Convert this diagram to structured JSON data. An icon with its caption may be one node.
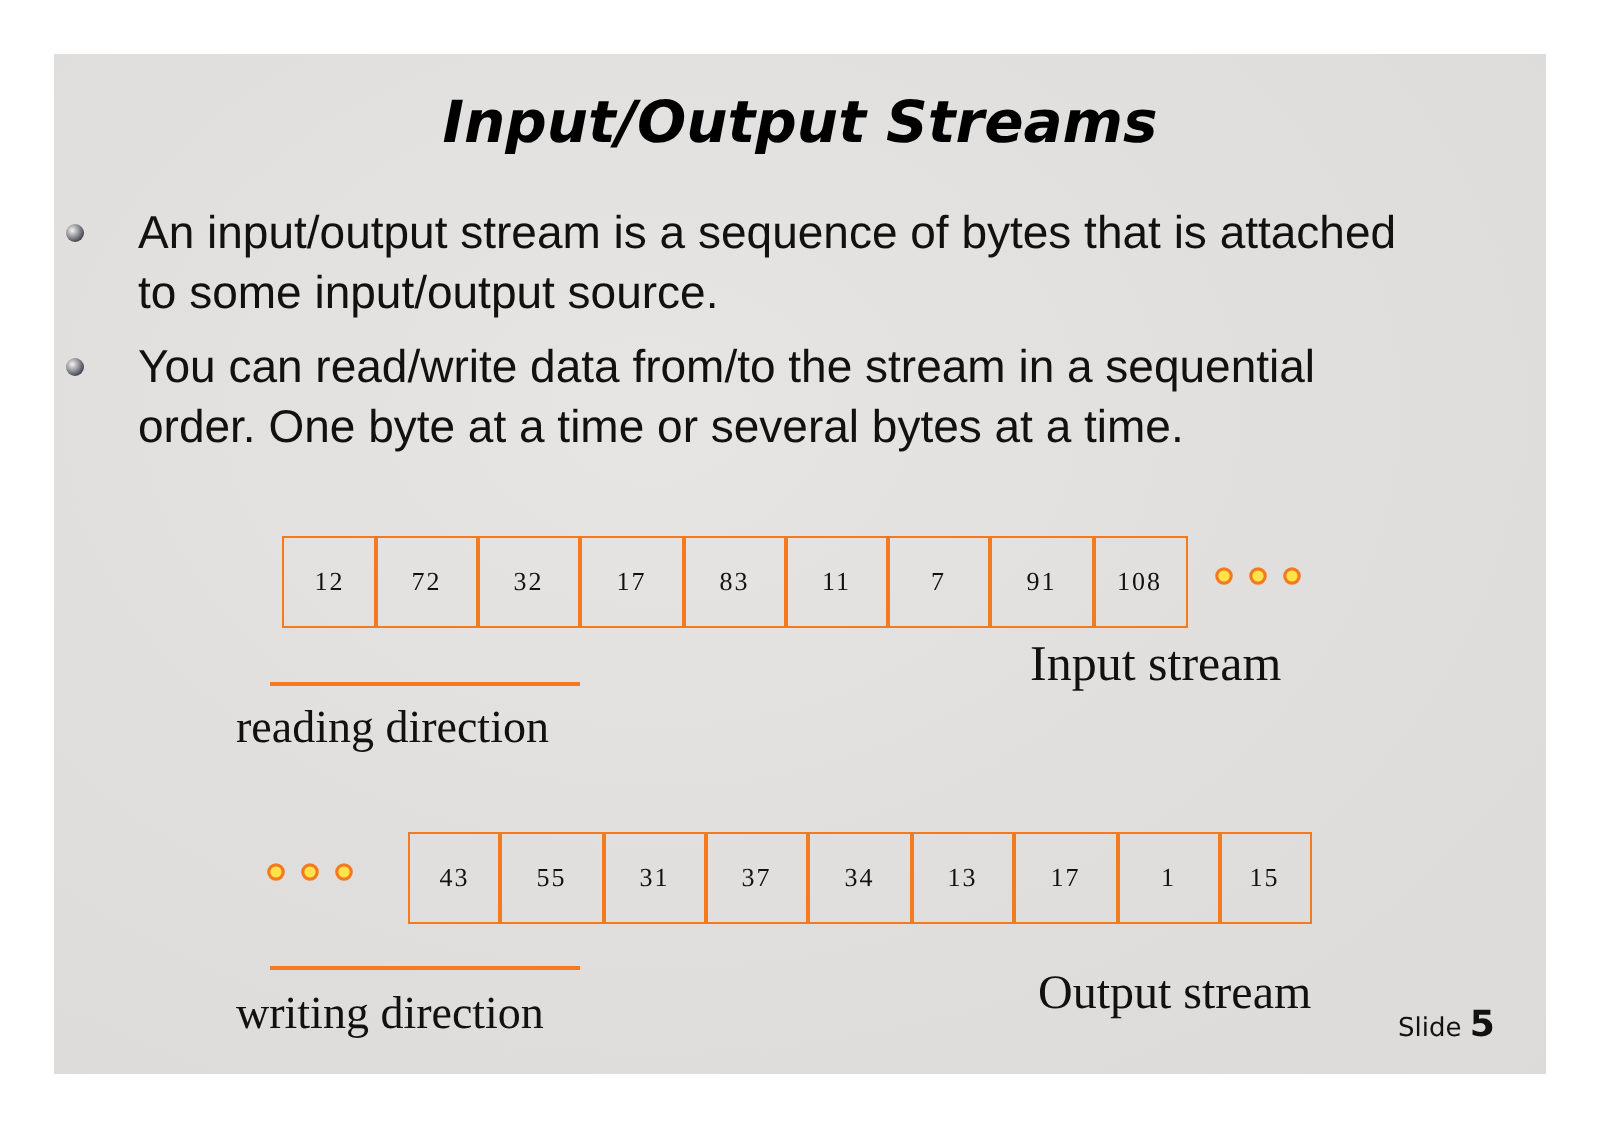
{
  "diagram": {
    "title": "Input/Output Streams",
    "nodes": [
      {
        "text": [
          "12"
        ]
      },
      {
        "text": [
          "72"
        ]
      },
      {
        "text": [
          "32"
        ]
      },
      {
        "text": [
          "17"
        ]
      },
      {
        "text": [
          "83"
        ]
      },
      {
        "text": [
          "11"
        ]
      },
      {
        "text": [
          "7"
        ]
      },
      {
        "text": [
          "91"
        ]
      },
      {
        "text": [
          "108"
        ]
      },
      {
        "text": [
          "43"
        ]
      },
      {
        "text": [
          "55"
        ]
      },
      {
        "text": [
          "31"
        ]
      },
      {
        "text": [
          "37"
        ]
      },
      {
        "text": [
          "34"
        ]
      },
      {
        "text": [
          "13"
        ]
      },
      {
        "text": [
          "17"
        ]
      },
      {
        "text": [
          "1"
        ]
      },
      {
        "text": [
          "15"
        ]
      }
    ],
    "labels": [
      "An input/output stream is a sequence of bytes that is attached to some input/output source.",
      "You can read/write data from/to the stream in a sequential order. One byte at a time or several bytes at a time.",
      "Input stream",
      "reading direction",
      "Output stream",
      "writing direction",
      "Slide **5**"
    ]
  }
}
